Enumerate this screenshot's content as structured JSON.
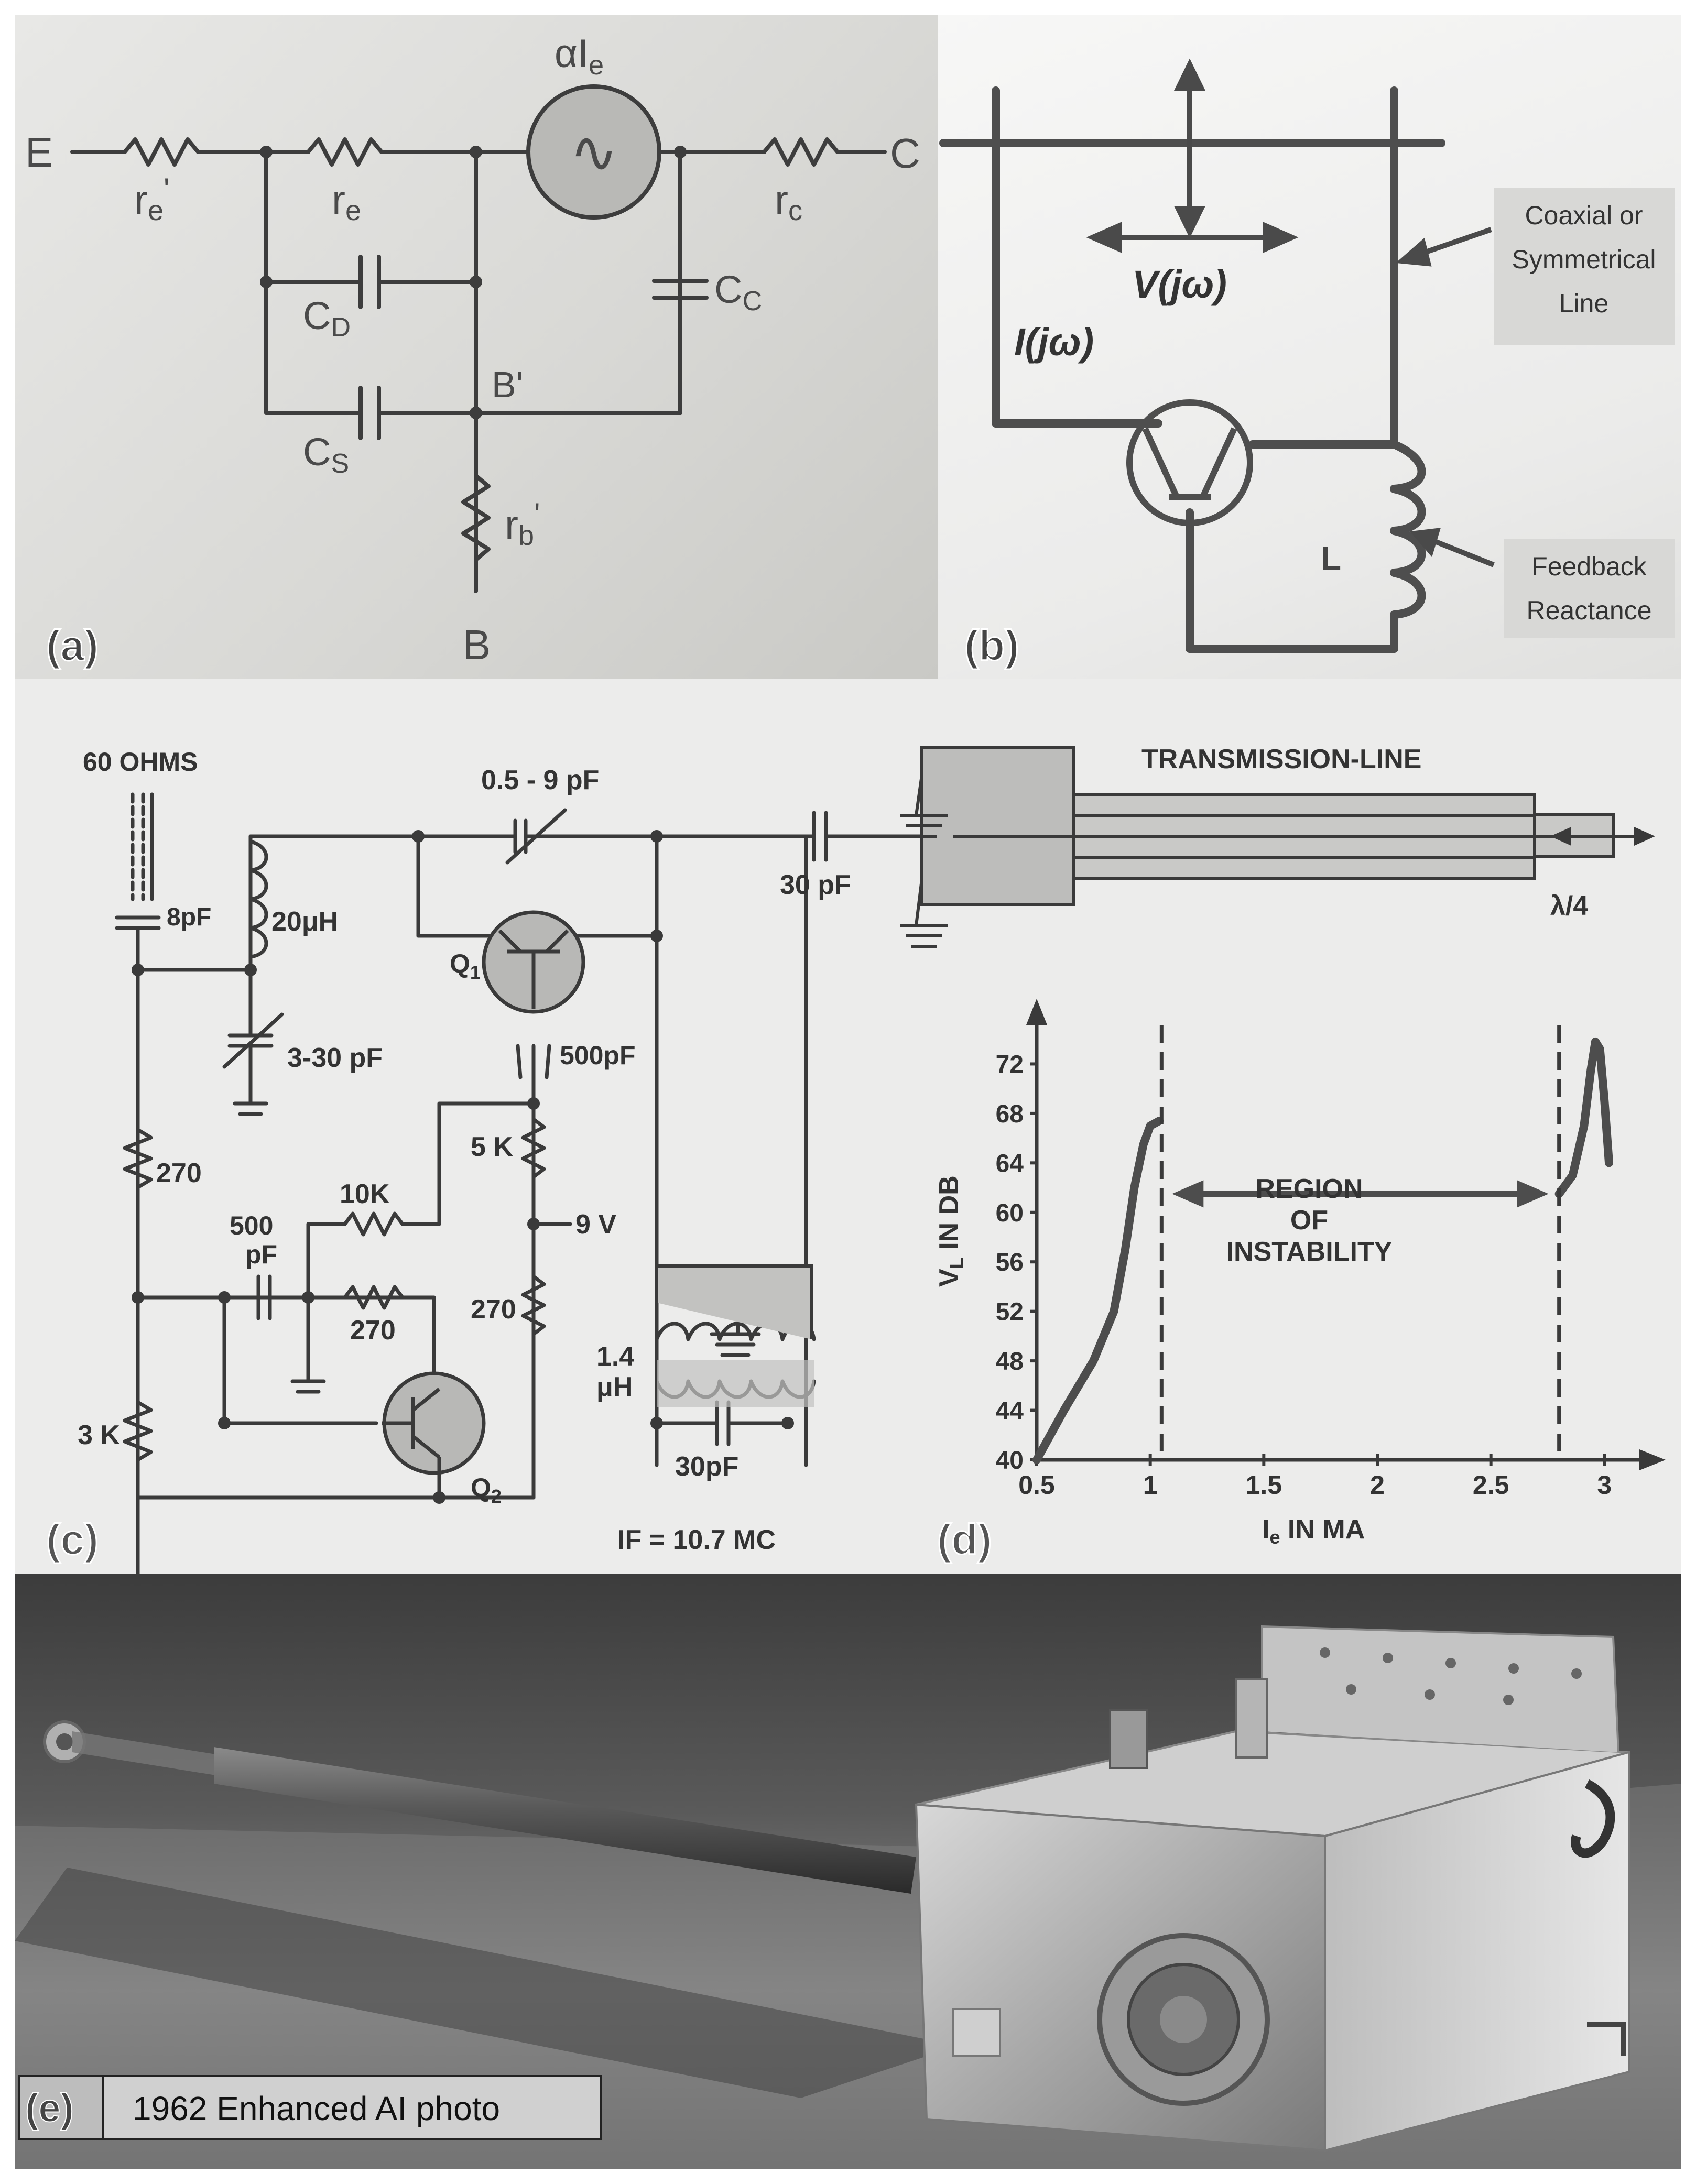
{
  "panel_a": {
    "tag": "(a)",
    "labels": {
      "E": "E",
      "C": "C",
      "B": "B",
      "B_prime": "B'",
      "alpha_Ie": "αI",
      "alpha_Ie_sub": "e",
      "re_prime": "r",
      "re_prime_sub": "e",
      "re": "r",
      "re_sub": "e",
      "rc": "r",
      "rc_sub": "c",
      "rb_prime": "r",
      "rb_prime_sub": "b",
      "CD": "C",
      "CD_sub": "D",
      "CS": "C",
      "CS_sub": "S",
      "Cc": "C",
      "Cc_sub": "C",
      "source_glyph": "∿"
    }
  },
  "panel_b": {
    "tag": "(b)",
    "labels": {
      "V": "V(jω)",
      "I": "I(jω)",
      "L": "L",
      "line_note": [
        "Coaxial or",
        "Symmetrical",
        "Line"
      ],
      "feedback_note": [
        "Feedback",
        "Reactance"
      ]
    }
  },
  "panel_c": {
    "tag": "(c)",
    "labels": {
      "ohms60": "60 OHMS",
      "c8pF": "8pF",
      "l20uH": "20μH",
      "cvar": "3-30 pF",
      "r270a": "270",
      "c500": "500",
      "c500_unit": "pF",
      "r10k": "10K",
      "r270b": "270",
      "pot3k": "3 K",
      "q1": "Q",
      "q1_sub": "1",
      "q2": "Q",
      "q2_sub": "2",
      "c05_9": "0.5 - 9 pF",
      "c500b": "500pF",
      "r5k": "5 K",
      "v9": "9 V",
      "r270c": "270",
      "l14": "1.4",
      "l14_unit": "μH",
      "c30b": "30pF",
      "if": "IF = 10.7 MC",
      "c30a": "30 pF",
      "tline": "TRANSMISSION-LINE",
      "lambda": "λ/4"
    }
  },
  "panel_d": {
    "tag": "(d)",
    "ylabel": "V",
    "ylabel_sub": "L",
    "ylabel_rest": " IN DB",
    "xlabel": "I",
    "xlabel_sub": "e",
    "xlabel_rest": " IN MA",
    "region": [
      "REGION",
      "OF",
      "INSTABILITY"
    ]
  },
  "chart_data": {
    "type": "line",
    "xlabel": "Ie IN MA",
    "ylabel": "VL IN DB",
    "x_ticks": [
      "0.5",
      "1",
      "1.5",
      "2",
      "2.5",
      "3"
    ],
    "y_ticks": [
      "40",
      "44",
      "48",
      "52",
      "56",
      "60",
      "64",
      "68",
      "72"
    ],
    "xlim": [
      0.5,
      3.2
    ],
    "ylim": [
      40,
      76
    ],
    "series": [
      {
        "x": [
          0.5,
          0.62,
          0.75,
          0.84,
          0.89,
          0.93,
          0.97,
          1.0,
          1.04
        ],
        "y": [
          40,
          44,
          48,
          52,
          57,
          62,
          65.5,
          67,
          67.4
        ]
      },
      {
        "x": [
          2.8,
          2.86,
          2.91,
          2.94,
          2.96,
          2.98,
          3.0,
          3.02
        ],
        "y": [
          61.5,
          63,
          67,
          71.5,
          73.8,
          73.2,
          69,
          64
        ]
      }
    ],
    "dashed_x": [
      1.05,
      2.8
    ],
    "annotation": "REGION OF INSTABILITY",
    "annotation_span": [
      1.05,
      2.8
    ],
    "annotation_y": 61.5
  },
  "panel_e": {
    "tag": "(e)",
    "caption": "1962 Enhanced AI photo"
  }
}
